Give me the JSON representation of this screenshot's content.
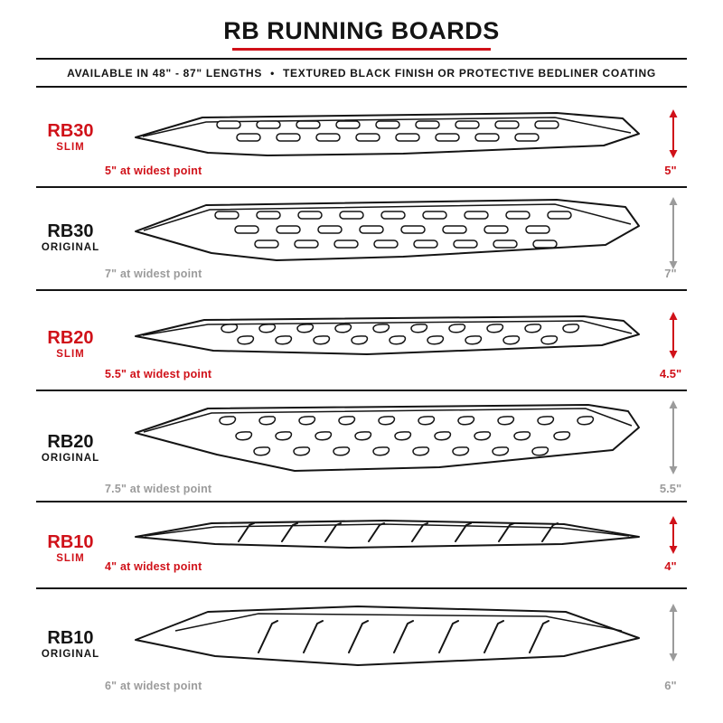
{
  "header": {
    "title": "RB RUNNING BOARDS",
    "subtitle_left": "AVAILABLE IN 48\" - 87\" LENGTHS",
    "subtitle_sep": "•",
    "subtitle_right": "TEXTURED BLACK FINISH OR PROTECTIVE BEDLINER COATING",
    "accent_color": "#d01119"
  },
  "colors": {
    "red": "#d01119",
    "gray": "#9b9b9b",
    "ink": "#141414"
  },
  "rows": [
    {
      "model": "RB30",
      "variant": "SLIM",
      "theme": "red",
      "slot_style": "pill",
      "width_value": "5\"",
      "width_label": "at widest point",
      "height_value": "5\""
    },
    {
      "model": "RB30",
      "variant": "ORIGINAL",
      "theme": "gray",
      "slot_style": "pill",
      "width_value": "7\"",
      "width_label": "at widest point",
      "height_value": "7\""
    },
    {
      "model": "RB20",
      "variant": "SLIM",
      "theme": "red",
      "slot_style": "teardrop",
      "width_value": "5.5\"",
      "width_label": "at widest point",
      "height_value": "4.5\""
    },
    {
      "model": "RB20",
      "variant": "ORIGINAL",
      "theme": "gray",
      "slot_style": "teardrop",
      "width_value": "7.5\"",
      "width_label": "at widest point",
      "height_value": "5.5\""
    },
    {
      "model": "RB10",
      "variant": "SLIM",
      "theme": "red",
      "slot_style": "slash",
      "width_value": "4\"",
      "width_label": "at widest point",
      "height_value": "4\""
    },
    {
      "model": "RB10",
      "variant": "ORIGINAL",
      "theme": "gray",
      "slot_style": "slash",
      "width_value": "6\"",
      "width_label": "at widest point",
      "height_value": "6\""
    }
  ]
}
